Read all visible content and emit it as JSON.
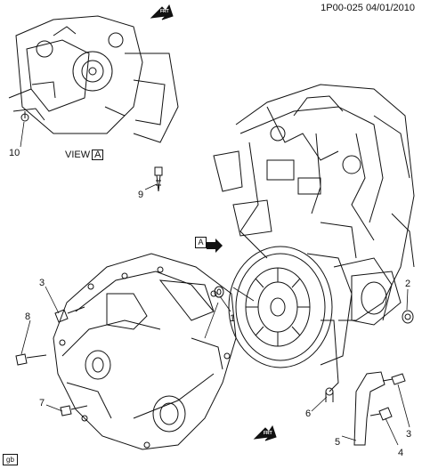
{
  "header": {
    "diagram_code": "1P00-025",
    "date": "04/01/2010"
  },
  "view": {
    "label": "VIEW",
    "letter": "A"
  },
  "marker": {
    "letter": "A",
    "frt_text": "FRT"
  },
  "callouts": [
    "1",
    "2",
    "3",
    "4",
    "5",
    "6",
    "7",
    "8",
    "9",
    "10"
  ],
  "footer": {
    "badge": "gb"
  },
  "colors": {
    "line": "#111111",
    "background": "#ffffff"
  }
}
